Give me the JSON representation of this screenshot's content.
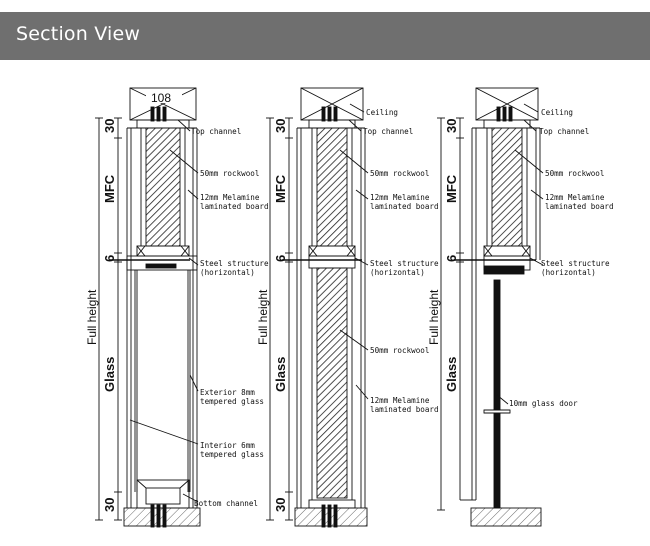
{
  "header": {
    "title": "Section View"
  },
  "colors": {
    "header_bg": "#6f6f6f",
    "line": "#111111",
    "hatch": "#222222"
  },
  "sections": [
    {
      "id": "left",
      "top_number": "108",
      "dims": {
        "top": "30",
        "mid": "6",
        "bottom": "30",
        "upper": "MFC",
        "lower": "Glass",
        "full": "Full height"
      },
      "labels": {
        "top_channel": "Top channel",
        "rockwool": "50mm rockwool",
        "board_1": "12mm Melamine",
        "board_2": "laminated board",
        "steel_1": "Steel structure",
        "steel_2": "(horizontal)",
        "ext_glass_1": "Exterior 8mm",
        "ext_glass_2": "tempered glass",
        "int_glass_1": "Interior 6mm",
        "int_glass_2": "tempered glass",
        "bottom_channel": "Bottom channel"
      }
    },
    {
      "id": "middle",
      "dims": {
        "top": "30",
        "mid": "6",
        "bottom": "30",
        "upper": "MFC",
        "lower": "Glass",
        "full": "Full height"
      },
      "labels": {
        "ceiling": "Ceiling",
        "top_channel": "Top channel",
        "rockwool": "50mm rockwool",
        "board_1": "12mm Melamine",
        "board_2": "laminated board",
        "steel_1": "Steel structure",
        "steel_2": "(horizontal)",
        "rockwool_lower": "50mm rockwool",
        "board_lower_1": "12mm Melamine",
        "board_lower_2": "laminated board"
      }
    },
    {
      "id": "right",
      "dims": {
        "top": "30",
        "mid": "6",
        "upper": "MFC",
        "lower": "Glass",
        "full": "Full height"
      },
      "labels": {
        "ceiling": "Ceiling",
        "top_channel": "Top channel",
        "rockwool": "50mm rockwool",
        "board_1": "12mm Melamine",
        "board_2": "laminated board",
        "steel_1": "Steel structure",
        "steel_2": "(horizontal)",
        "glass_door": "10mm glass door"
      }
    }
  ]
}
